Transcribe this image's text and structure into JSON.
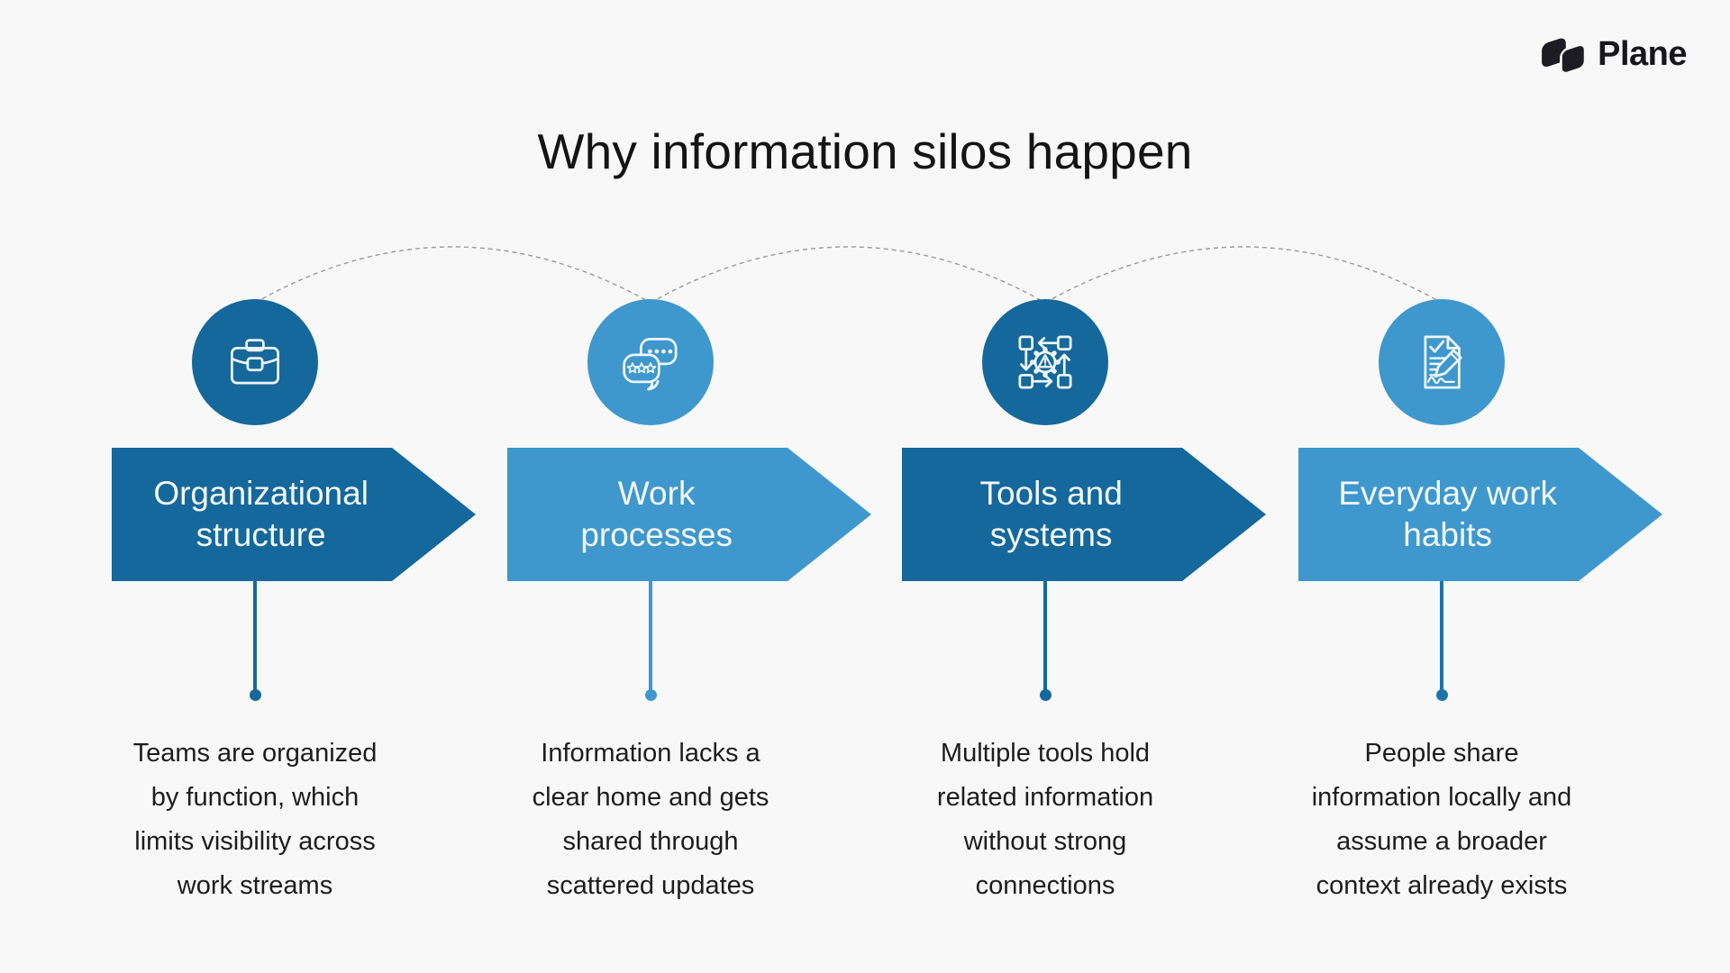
{
  "brand": {
    "name": "Plane"
  },
  "title": "Why information silos happen",
  "colors": {
    "canvas_bg": "#f8f8f8",
    "dark_blue": "#15689B",
    "light_blue": "#3E98CD",
    "stem_mid_blue": "#1E74A9",
    "text_dark": "#161616",
    "connector_gray": "#9a9a9a"
  },
  "columns": [
    {
      "icon": "briefcase-icon",
      "tone": "dark",
      "label_lines": [
        "Organizational",
        "structure"
      ],
      "description_lines": [
        "Teams are organized",
        "by function, which",
        "limits visibility across",
        "work streams"
      ]
    },
    {
      "icon": "chat-bubbles-icon",
      "tone": "light",
      "label_lines": [
        "Work",
        "processes"
      ],
      "description_lines": [
        "Information lacks a",
        "clear home and gets",
        "shared through",
        "scattered updates"
      ]
    },
    {
      "icon": "workflow-gear-alert-icon",
      "tone": "dark",
      "label_lines": [
        "Tools and",
        "systems"
      ],
      "description_lines": [
        "Multiple tools hold",
        "related information",
        "without strong",
        "connections"
      ]
    },
    {
      "icon": "document-signature-icon",
      "tone": "light",
      "label_lines": [
        "Everyday work",
        "habits"
      ],
      "description_lines": [
        "People share",
        "information locally and",
        "assume a broader",
        "context already exists"
      ]
    }
  ]
}
